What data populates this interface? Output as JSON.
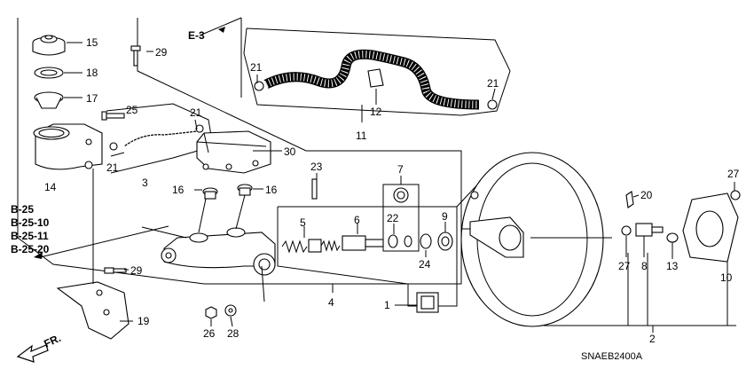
{
  "diagram": {
    "refs": {
      "e3": "E-3",
      "b25": "B-25",
      "b2510": "B-25-10",
      "b2511": "B-25-11",
      "b2520": "B-25-20",
      "front": "FR."
    },
    "code": "SNAEB2400A",
    "labels": {
      "p1": "1",
      "p2": "2",
      "p3": "3",
      "p4": "4",
      "p5": "5",
      "p6": "6",
      "p7": "7",
      "p8": "8",
      "p9": "9",
      "p10": "10",
      "p11": "11",
      "p12": "12",
      "p13": "13",
      "p14": "14",
      "p15": "15",
      "p16a": "16",
      "p16b": "16",
      "p17": "17",
      "p18": "18",
      "p19": "19",
      "p20": "20",
      "p21a": "21",
      "p21b": "21",
      "p21c": "21",
      "p21d": "21",
      "p22": "22",
      "p23": "23",
      "p24": "24",
      "p25": "25",
      "p26": "26",
      "p27a": "27",
      "p27b": "27",
      "p28": "28",
      "p29a": "29",
      "p29b": "29",
      "p30": "30"
    }
  }
}
